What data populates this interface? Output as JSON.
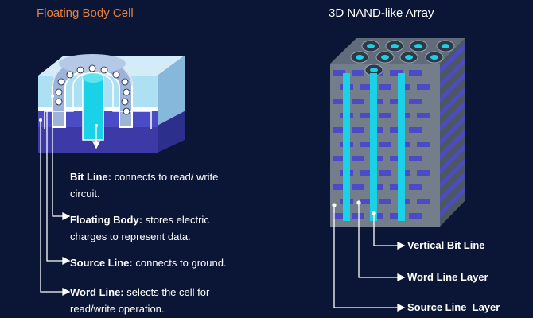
{
  "left_title": "Floating Body Cell",
  "right_title": "3D NAND-like Array",
  "cell_parts": [
    {
      "term": "Bit Line:",
      "desc": "connects to read/ write circuit."
    },
    {
      "term": "Floating Body:",
      "desc": "stores electric charges to represent data."
    },
    {
      "term": "Source Line:",
      "desc": "connects to ground."
    },
    {
      "term": "Word Line:",
      "desc": "selects the cell for read/write operation."
    }
  ],
  "array_labels": [
    "Vertical Bit Line",
    "Word Line Layer",
    "Source Line  Layer"
  ],
  "charge_symbol": "+",
  "colors": {
    "left_title": "#e8803a",
    "background": "#0b1636",
    "bitline_cyan": "#19d2e8",
    "wordline_purple": "#4b4bc6",
    "oxide": "#aee0f4"
  }
}
